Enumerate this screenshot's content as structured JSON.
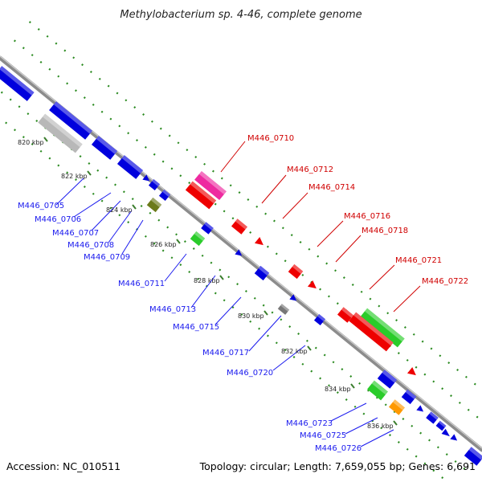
{
  "title": "Methylobacterium sp. 4-46, complete genome",
  "footer": {
    "accession": "Accession: NC_010511",
    "summary": "Topology: circular; Length: 7,659,055 bp; Genes: 6,691"
  },
  "colors": {
    "backbone": "#8c8c8c",
    "minus_strand_genes": "#1a1aee",
    "plus_strand_genes": "#e80000",
    "guide_dots": "#2a8a1f",
    "label_minus": "#1a1aee",
    "label_plus": "#d00000",
    "tick_mark": "#3a7d2c"
  },
  "ticks": [
    "820 kbp",
    "822 kbp",
    "824 kbp",
    "826 kbp",
    "828 kbp",
    "830 kbp",
    "832 kbp",
    "834 kbp",
    "836 kbp"
  ],
  "plus_labels": [
    "M446_0710",
    "M446_0712",
    "M446_0714",
    "M446_0716",
    "M446_0718",
    "M446_0721",
    "M446_0722"
  ],
  "minus_labels": [
    "M446_0705",
    "M446_0706",
    "M446_0707",
    "M446_0708",
    "M446_0709",
    "M446_0711",
    "M446_0713",
    "M446_0715",
    "M446_0717",
    "M446_0720",
    "M446_0723",
    "M446_0725",
    "M446_0726"
  ]
}
